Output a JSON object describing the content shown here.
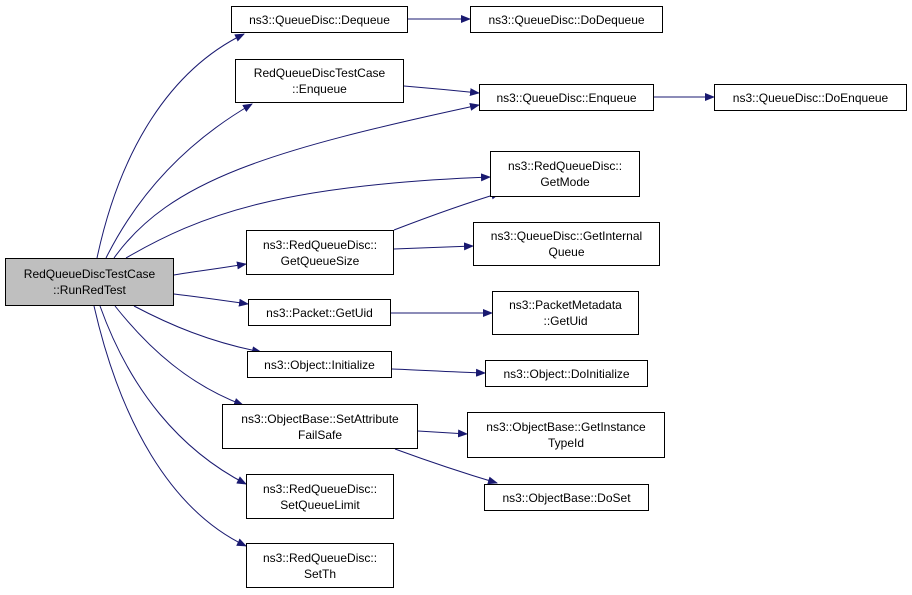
{
  "diagram": {
    "colors": {
      "edge": "#191970",
      "root_fill": "#bfbfbf",
      "node_fill": "#ffffff",
      "border": "#000000"
    },
    "nodes": [
      {
        "id": "runredtest",
        "name": "node-run-red-test",
        "lines": [
          "RedQueueDiscTestCase",
          "::RunRedTest"
        ],
        "root": true
      },
      {
        "id": "dequeue",
        "name": "node-queue-disc-dequeue",
        "lines": [
          "ns3::QueueDisc::Dequeue"
        ]
      },
      {
        "id": "dodequeue",
        "name": "node-queue-disc-do-dequeue",
        "lines": [
          "ns3::QueueDisc::DoDequeue"
        ]
      },
      {
        "id": "tcenqueue",
        "name": "node-red-test-case-enqueue",
        "lines": [
          "RedQueueDiscTestCase",
          "::Enqueue"
        ]
      },
      {
        "id": "qdenqueue",
        "name": "node-queue-disc-enqueue",
        "lines": [
          "ns3::QueueDisc::Enqueue"
        ]
      },
      {
        "id": "doenqueue",
        "name": "node-queue-disc-do-enqueue",
        "lines": [
          "ns3::QueueDisc::DoEnqueue"
        ]
      },
      {
        "id": "getmode",
        "name": "node-red-queue-disc-get-mode",
        "lines": [
          "ns3::RedQueueDisc::",
          "GetMode"
        ]
      },
      {
        "id": "getqueuesize",
        "name": "node-red-queue-disc-get-queue-size",
        "lines": [
          "ns3::RedQueueDisc::",
          "GetQueueSize"
        ]
      },
      {
        "id": "getinternal",
        "name": "node-queue-disc-get-internal-queue",
        "lines": [
          "ns3::QueueDisc::GetInternal",
          "Queue"
        ]
      },
      {
        "id": "getuid",
        "name": "node-packet-get-uid",
        "lines": [
          "ns3::Packet::GetUid"
        ]
      },
      {
        "id": "pmgetuid",
        "name": "node-packet-metadata-get-uid",
        "lines": [
          "ns3::PacketMetadata",
          "::GetUid"
        ]
      },
      {
        "id": "initialize",
        "name": "node-object-initialize",
        "lines": [
          "ns3::Object::Initialize"
        ]
      },
      {
        "id": "doinitialize",
        "name": "node-object-do-initialize",
        "lines": [
          "ns3::Object::DoInitialize"
        ]
      },
      {
        "id": "setattr",
        "name": "node-object-base-set-attribute-fail-safe",
        "lines": [
          "ns3::ObjectBase::SetAttribute",
          "FailSafe"
        ]
      },
      {
        "id": "getinstance",
        "name": "node-object-base-get-instance-type-id",
        "lines": [
          "ns3::ObjectBase::GetInstance",
          "TypeId"
        ]
      },
      {
        "id": "doset",
        "name": "node-object-base-do-set",
        "lines": [
          "ns3::ObjectBase::DoSet"
        ]
      },
      {
        "id": "setqueuelimit",
        "name": "node-red-queue-disc-set-queue-limit",
        "lines": [
          "ns3::RedQueueDisc::",
          "SetQueueLimit"
        ]
      },
      {
        "id": "setth",
        "name": "node-red-queue-disc-set-th",
        "lines": [
          "ns3::RedQueueDisc::",
          "SetTh"
        ]
      }
    ],
    "edges": [
      {
        "from": "runredtest",
        "to": "dequeue"
      },
      {
        "from": "runredtest",
        "to": "tcenqueue"
      },
      {
        "from": "runredtest",
        "to": "qdenqueue"
      },
      {
        "from": "runredtest",
        "to": "getmode"
      },
      {
        "from": "runredtest",
        "to": "getqueuesize"
      },
      {
        "from": "runredtest",
        "to": "getuid"
      },
      {
        "from": "runredtest",
        "to": "initialize"
      },
      {
        "from": "runredtest",
        "to": "setattr"
      },
      {
        "from": "runredtest",
        "to": "setqueuelimit"
      },
      {
        "from": "runredtest",
        "to": "setth"
      },
      {
        "from": "dequeue",
        "to": "dodequeue"
      },
      {
        "from": "tcenqueue",
        "to": "qdenqueue"
      },
      {
        "from": "qdenqueue",
        "to": "doenqueue"
      },
      {
        "from": "getqueuesize",
        "to": "getmode"
      },
      {
        "from": "getqueuesize",
        "to": "getinternal"
      },
      {
        "from": "getuid",
        "to": "pmgetuid"
      },
      {
        "from": "initialize",
        "to": "doinitialize"
      },
      {
        "from": "setattr",
        "to": "getinstance"
      },
      {
        "from": "setattr",
        "to": "doset"
      }
    ]
  }
}
